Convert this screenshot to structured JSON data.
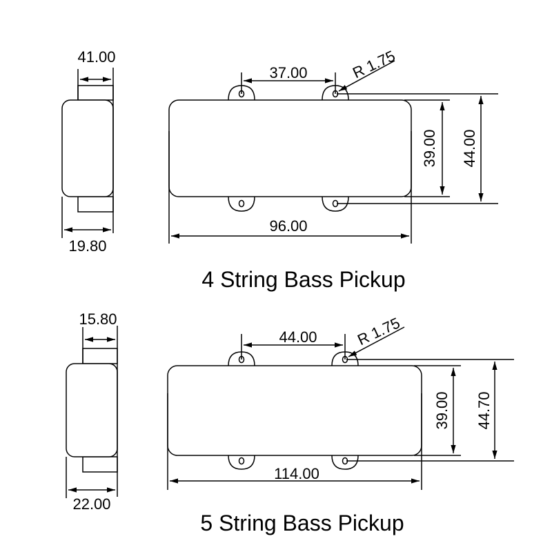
{
  "pickups": [
    {
      "title": "4 String Bass Pickup",
      "side_height": "41.00",
      "side_width": "19.80",
      "hole_spacing": "37.00",
      "hole_radius": "R 1.75",
      "inner_width": "39.00",
      "outer_width": "44.00",
      "length": "96.00"
    },
    {
      "title": "5 String Bass Pickup",
      "side_height": "15.80",
      "side_width": "22.00",
      "hole_spacing": "44.00",
      "hole_radius": "R 1.75",
      "inner_width": "39.00",
      "outer_width": "44.70",
      "length": "114.00"
    }
  ]
}
